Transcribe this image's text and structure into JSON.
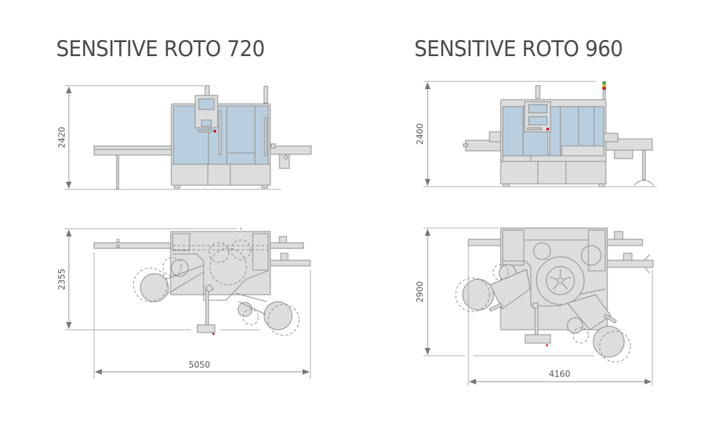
{
  "models": [
    {
      "title": "SENSITIVE ROTO 720",
      "dimensions": {
        "height": "2420",
        "depth": "2355",
        "width": "5050"
      }
    },
    {
      "title": "SENSITIVE ROTO 960",
      "dimensions": {
        "height": "2400",
        "depth": "2900",
        "width": "4160"
      }
    }
  ],
  "colors": {
    "line": "#8a8a8a",
    "body_fill": "#dcdddd",
    "glass_fill": "#b9cfdf",
    "dim_line": "#9a9a9a",
    "accent_red": "#d0101a",
    "signal_green": "#44aa44",
    "signal_yellow": "#e6b020",
    "signal_red": "#d02020"
  }
}
